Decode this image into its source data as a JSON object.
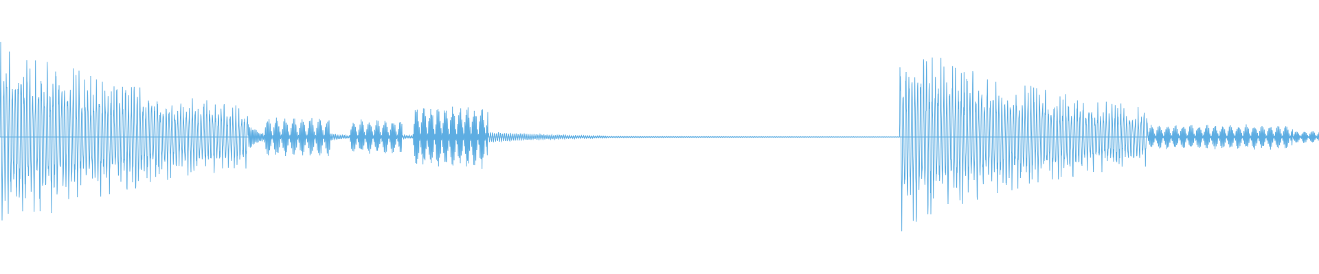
{
  "waveform": {
    "color": "#5dade2",
    "background": "#ffffff",
    "segments": [
      {
        "start": 0.0,
        "end": 0.188,
        "amp_start": 0.95,
        "amp_end": 0.32,
        "kind": "transient",
        "period": 0.0022
      },
      {
        "start": 0.188,
        "end": 0.2,
        "amp_start": 0.18,
        "amp_end": 0.05,
        "kind": "tail",
        "period": 0.003
      },
      {
        "start": 0.2,
        "end": 0.25,
        "amp_start": 0.25,
        "amp_end": 0.25,
        "kind": "burst",
        "period": 0.0065
      },
      {
        "start": 0.25,
        "end": 0.265,
        "amp_start": 0.05,
        "amp_end": 0.02,
        "kind": "tail",
        "period": 0.004
      },
      {
        "start": 0.265,
        "end": 0.305,
        "amp_start": 0.22,
        "amp_end": 0.22,
        "kind": "burst",
        "period": 0.006
      },
      {
        "start": 0.305,
        "end": 0.313,
        "amp_start": 0.03,
        "amp_end": 0.02,
        "kind": "tail",
        "period": 0.004
      },
      {
        "start": 0.313,
        "end": 0.37,
        "amp_start": 0.4,
        "amp_end": 0.4,
        "kind": "burst",
        "period": 0.0055
      },
      {
        "start": 0.37,
        "end": 0.46,
        "amp_start": 0.07,
        "amp_end": 0.015,
        "kind": "decay",
        "period": 0.0045
      },
      {
        "start": 0.46,
        "end": 0.682,
        "amp_start": 0.01,
        "amp_end": 0.003,
        "kind": "flat",
        "period": 0.005
      },
      {
        "start": 0.682,
        "end": 0.87,
        "amp_start": 0.95,
        "amp_end": 0.3,
        "kind": "transient",
        "period": 0.0022
      },
      {
        "start": 0.87,
        "end": 0.98,
        "amp_start": 0.16,
        "amp_end": 0.16,
        "kind": "burst-soft",
        "period": 0.006
      },
      {
        "start": 0.98,
        "end": 1.0,
        "amp_start": 0.08,
        "amp_end": 0.08,
        "kind": "burst-soft",
        "period": 0.006
      }
    ]
  }
}
